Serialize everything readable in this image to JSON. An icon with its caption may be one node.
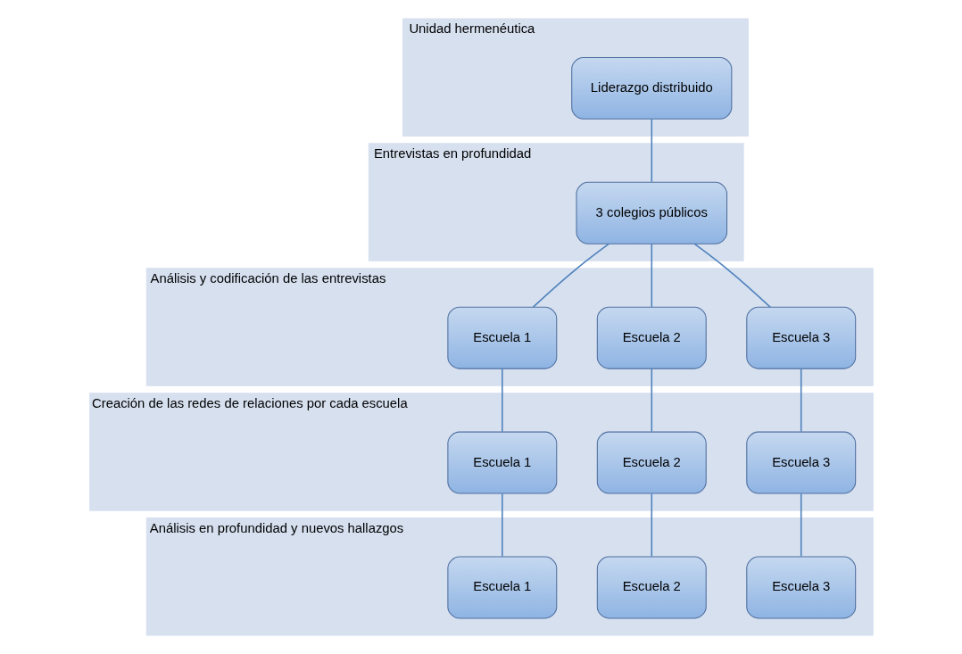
{
  "diagram": {
    "nodes": [
      {
        "text": [
          "Unidad hermenéutica"
        ]
      },
      {
        "text": [
          "Liderazgo distribuido"
        ],
        "in": 0
      },
      {
        "text": [
          "Entrevistas en profundidad"
        ]
      },
      {
        "text": [
          "3 colegios públicos"
        ],
        "in": 2
      },
      {
        "text": [
          "Análisis y codificación de las entrevistas"
        ]
      },
      {
        "text": [
          "Escuela 1"
        ],
        "in": 4
      },
      {
        "text": [
          "Escuela 2"
        ],
        "in": 4
      },
      {
        "text": [
          "Escuela 3"
        ],
        "in": 4
      },
      {
        "text": [
          "Creación de las redes de relaciones por cada escuela"
        ]
      },
      {
        "text": [
          "Escuela 1"
        ],
        "in": 8
      },
      {
        "text": [
          "Escuela 2"
        ],
        "in": 8
      },
      {
        "text": [
          "Escuela 3"
        ],
        "in": 8
      },
      {
        "text": [
          "Análisis en profundidad y nuevos hallazgos"
        ]
      },
      {
        "text": [
          "Escuela 1"
        ],
        "in": 12
      },
      {
        "text": [
          "Escuela 2"
        ],
        "in": 12
      },
      {
        "text": [
          "Escuela 3"
        ],
        "in": 12
      }
    ],
    "edges": [
      {
        "from": 1,
        "to": 3,
        "arrow": "none"
      },
      {
        "from": 3,
        "to": 5,
        "arrow": "none"
      },
      {
        "from": 3,
        "to": 6,
        "arrow": "none"
      },
      {
        "from": 3,
        "to": 7,
        "arrow": "none"
      },
      {
        "from": 5,
        "to": 9,
        "arrow": "none"
      },
      {
        "from": 6,
        "to": 10,
        "arrow": "none"
      },
      {
        "from": 7,
        "to": 11,
        "arrow": "none"
      },
      {
        "from": 9,
        "to": 13,
        "arrow": "none"
      },
      {
        "from": 10,
        "to": 14,
        "arrow": "none"
      },
      {
        "from": 11,
        "to": 15,
        "arrow": "none"
      }
    ]
  }
}
